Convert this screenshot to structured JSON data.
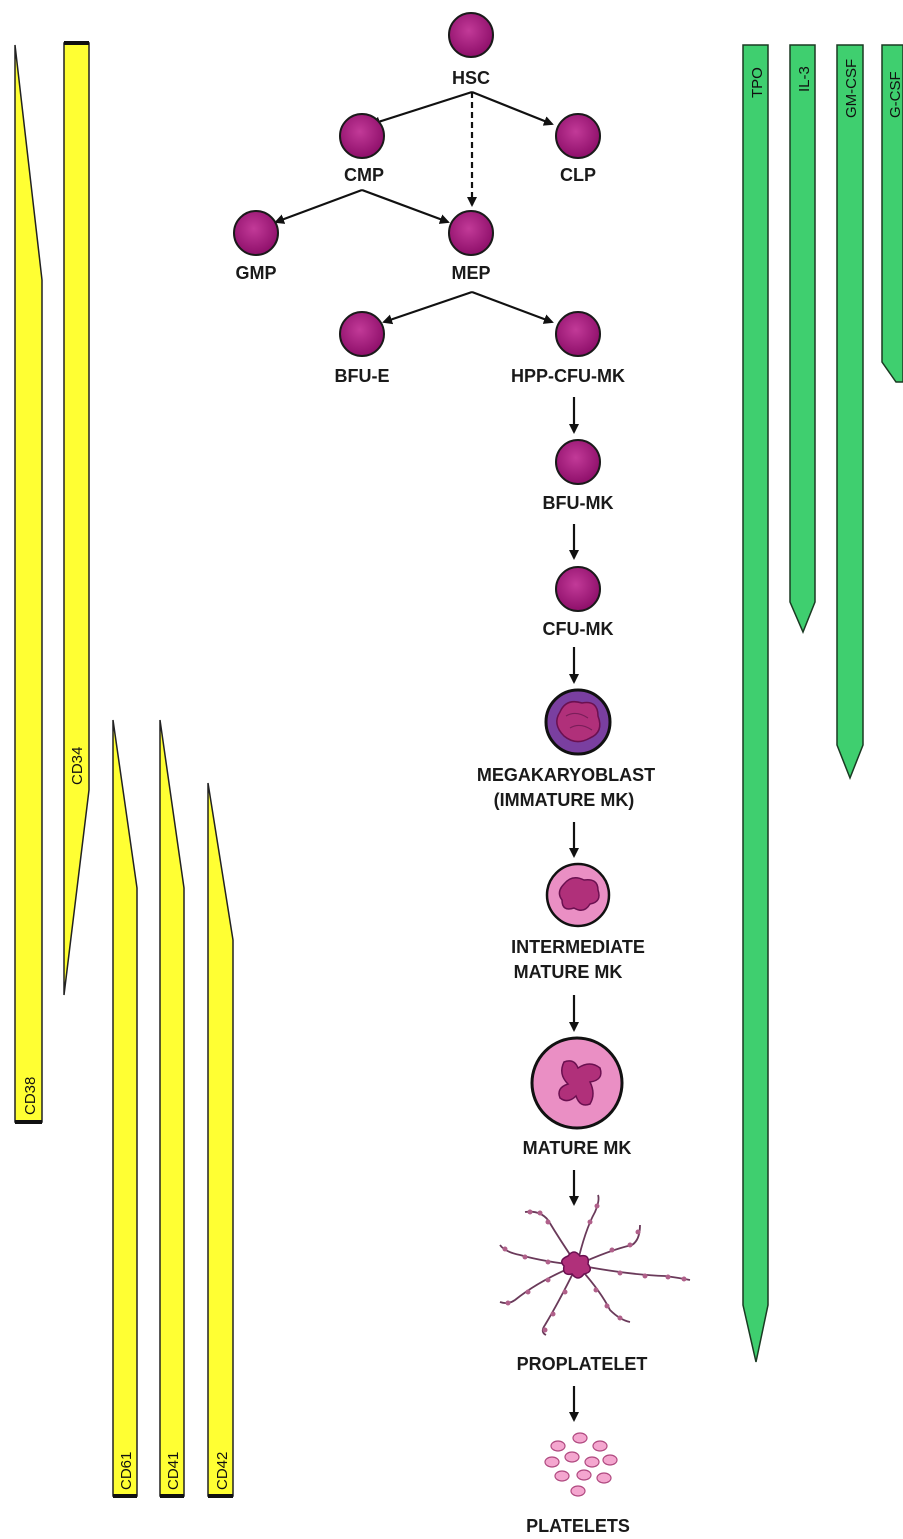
{
  "nodes": {
    "hsc": "HSC",
    "cmp": "CMP",
    "clp": "CLP",
    "gmp": "GMP",
    "mep": "MEP",
    "bfu_e": "BFU-E",
    "hpp_cfu_mk": "HPP-CFU-MK",
    "bfu_mk": "BFU-MK",
    "cfu_mk": "CFU-MK",
    "megakaryoblast_1": "MEGAKARYOBLAST",
    "megakaryoblast_2": "(IMMATURE MK)",
    "intermediate_1": "INTERMEDIATE",
    "intermediate_2": "MATURE MK",
    "mature_mk": "MATURE MK",
    "proplatelet": "PROPLATELET",
    "platelets": "PLATELETS"
  },
  "markers": {
    "cd38": "CD38",
    "cd34": "CD34",
    "cd61": "CD61",
    "cd41": "CD41",
    "cd42": "CD42"
  },
  "cytokines": {
    "tpo": "TPO",
    "il3": "IL-3",
    "gmcsf": "GM-CSF",
    "gcsf": "G-CSF"
  },
  "colors": {
    "marker_fill": "#ffff33",
    "cytokine_fill": "#3fcf6f",
    "progenitor_cell": "#a0157a",
    "megakaryoblast_cell": "#7a3fa0",
    "mature_cell": "#ea8fc4",
    "nucleus": "#b0307a",
    "platelet": "#f4a6cf"
  }
}
